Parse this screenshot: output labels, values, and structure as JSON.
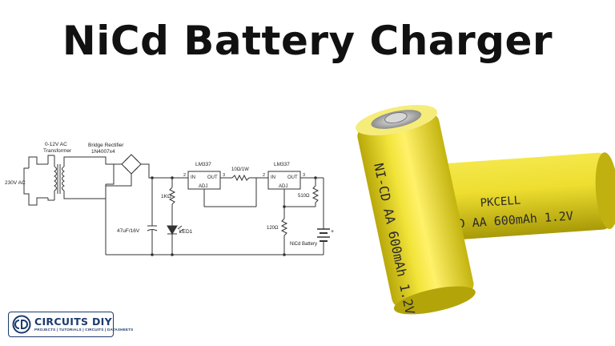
{
  "title": "NiCd Battery Charger",
  "schematic": {
    "ac_input": "230V AC",
    "transformer_line1": "0-12V AC",
    "transformer_line2": "Transformer",
    "rectifier_line1": "Bridge Rectifier",
    "rectifier_line2": "1N4007x4",
    "capacitor": "47uF/16V",
    "resistor_led": "1KΩ",
    "led": "LED1",
    "regulator1_name": "LM337",
    "regulator2_name": "LM337",
    "pin_in": "IN",
    "pin_out": "OUT",
    "pin_adj": "ADJ",
    "pin2": "2",
    "pin3": "3",
    "resistor_series": "10Ω/1W",
    "resistor_510": "510Ω",
    "resistor_120": "120Ω",
    "battery": "NiCd Battery",
    "plus": "+"
  },
  "battery_front": {
    "line1": "NI-CD AA 600mAh 1.2V"
  },
  "battery_back": {
    "brand": "PKCELL",
    "line1": "NI-CD AA 600mAh 1.2V"
  },
  "logo": {
    "name": "CIRCUITS DIY",
    "tagline": "PROJECTS | TUTORIALS | CIRCUITS | DATASHEETS"
  },
  "colors": {
    "battery_yellow": "#e8d81e",
    "logo_blue": "#1c3a6e",
    "wire": "#333333"
  }
}
